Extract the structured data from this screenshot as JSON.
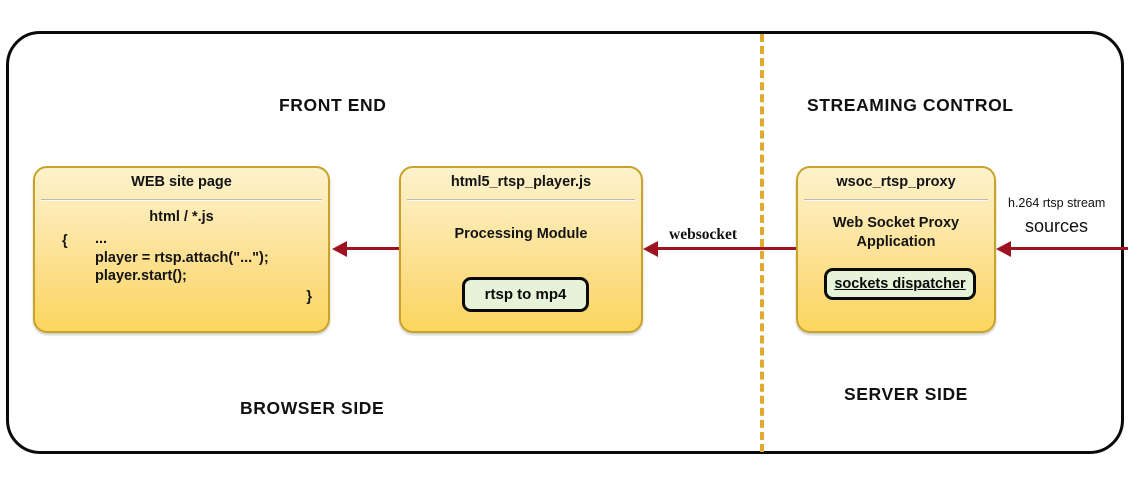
{
  "diagram": {
    "sections": {
      "front_end": "FRONT END",
      "streaming_control": "STREAMING CONTROL",
      "browser_side": "BROWSER SIDE",
      "server_side": "SERVER SIDE"
    },
    "boxes": {
      "web_page": {
        "title": "WEB site page",
        "header_line": "html / *.js",
        "brace_open": "{",
        "code_lines": "...\nplayer = rtsp.attach(\"...\");\nplayer.start();",
        "code_line_1": "...",
        "code_line_2": "player = rtsp.attach(\"...\");",
        "code_line_3": "player.start();",
        "brace_close": "}"
      },
      "player": {
        "title": "html5_rtsp_player.js",
        "subtitle": "Processing Module",
        "chip": "rtsp to mp4"
      },
      "proxy": {
        "title": "wsoc_rtsp_proxy",
        "subtitle_line_1": "Web Socket Proxy",
        "subtitle_line_2": "Application",
        "chip": "sockets dispatcher"
      }
    },
    "edges": {
      "websocket": "websocket",
      "source_small": "h.264 rtsp stream",
      "source_big": "sources"
    },
    "colors": {
      "box_border": "#c8a32b",
      "box_fill_top": "#fdf2cc",
      "box_fill_bottom": "#fcd65e",
      "chip_fill": "#e6f3d8",
      "arrow": "#9d1420",
      "divider": "#e2a92f",
      "frame": "#0a0a0a"
    }
  }
}
